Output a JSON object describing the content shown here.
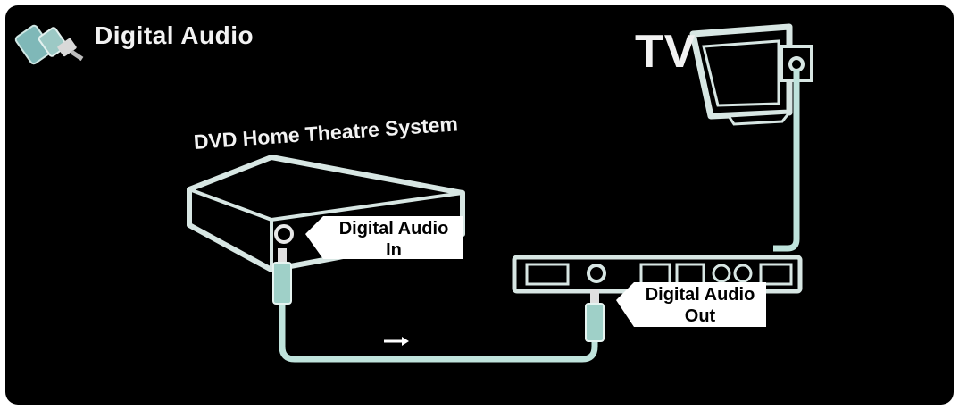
{
  "header": {
    "title": "Digital Audio",
    "icon": "audio-connector-icon"
  },
  "tv": {
    "label": "TV"
  },
  "dvd": {
    "label": "DVD Home Theatre System"
  },
  "callouts": {
    "input": {
      "line1": "Digital Audio",
      "line2": "In"
    },
    "output": {
      "line1": "Digital Audio",
      "line2": "Out"
    }
  },
  "signal_direction": "right-arrow-icon",
  "colors": {
    "background": "#000000",
    "cable": "#bfe3dc",
    "outline": "#d7e6e3",
    "callout_bg": "#ffffff"
  }
}
